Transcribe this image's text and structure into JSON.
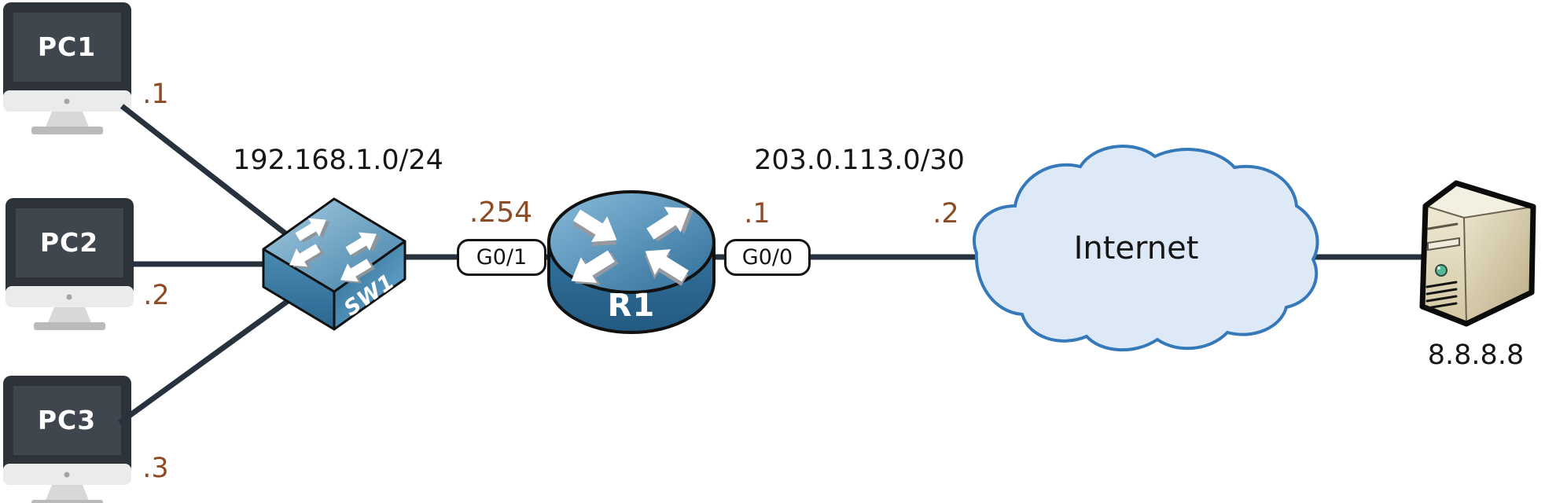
{
  "diagram": {
    "type": "network-topology",
    "lan": {
      "network": "192.168.1.0/24",
      "pcs": [
        {
          "name": "PC1",
          "ip_suffix": ".1"
        },
        {
          "name": "PC2",
          "ip_suffix": ".2"
        },
        {
          "name": "PC3",
          "ip_suffix": ".3"
        }
      ],
      "switch": {
        "name": "SW1"
      }
    },
    "router": {
      "name": "R1",
      "lan_port": "G0/1",
      "lan_ip_suffix": ".254",
      "wan_port": "G0/0",
      "wan_ip_suffix": ".1"
    },
    "wan": {
      "network": "203.0.113.0/30",
      "provider_ip_suffix": ".2",
      "cloud_label": "Internet"
    },
    "server": {
      "ip": "8.8.8.8"
    }
  },
  "icons": [
    "monitor-icon",
    "switch-icon",
    "router-icon",
    "cloud-icon",
    "server-icon"
  ],
  "colors": {
    "link_line": "#28323f",
    "ip_label": "#8e4c26",
    "text": "#161616",
    "switch_blue": "#4180a8",
    "router_blue": "#2f6d99",
    "cloud_fill": "#dde9f6",
    "cloud_border": "#3579ba",
    "server_beige": "#e3d9bb",
    "led_green": "#55b795"
  }
}
